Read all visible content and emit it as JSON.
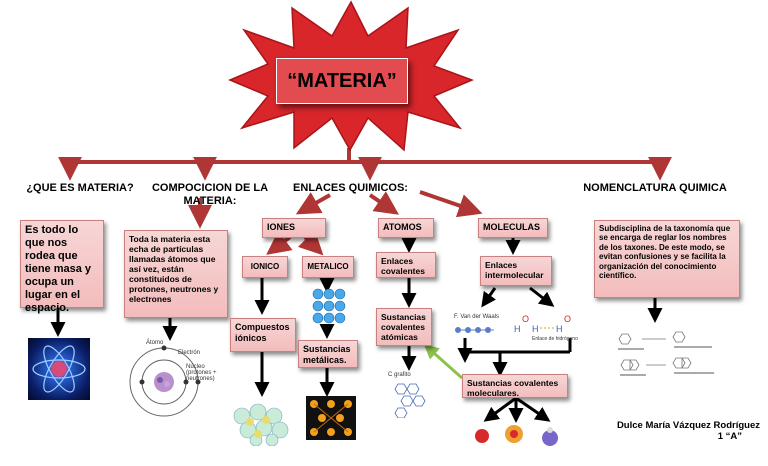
{
  "title": "“MATERIA”",
  "branches": {
    "que_es": "¿QUE ES MATERIA?",
    "composicion": "COMPOCICION DE LA MATERIA:",
    "enlaces": "ENLACES QUIMICOS:",
    "nomenclatura": "NOMENCLATURA QUIMICA"
  },
  "boxes": {
    "definicion": "Es todo lo que nos rodea que tiene masa y ocupa un lugar en el espacio.",
    "composicion": "Toda la materia esta echa de partículas llamadas átomos que así vez, están constituidos de protones, neutrones y electrones",
    "iones": "IONES",
    "atomos": "ATOMOS",
    "moleculas": "MOLECULAS",
    "ionico": "IONICO",
    "metalico": "METALICO",
    "compuestos_ionicos": "Compuestos iónicos",
    "sustancias_metalicas": "Sustancias metálicas.",
    "enlaces_covalentes": "Enlaces covalentes",
    "sustancias_cov_atomicas": "Sustancias covalentes atómicas",
    "enlaces_intermolecular": "Enlaces intermolecular",
    "sustancias_cov_moleculares": "Sustancias covalentes moleculares.",
    "nomenclatura": "Subdisciplina de la taxonomía que se encarga de reglar los nombres de los taxones. De este modo, se evitan confusiones y se facilita la organización del conocimiento científico."
  },
  "image_labels": {
    "electron": "Electrón",
    "nucleo": "Núcleo (protones + neutrones)",
    "atomo": "Átomo",
    "grafito": "C grafito",
    "van_der_waals": "F. Van der Waals",
    "hidrogeno": "Enlace de hidrógeno",
    "enlace_h": "H",
    "oxigeno": "O"
  },
  "author": {
    "name": "Dulce María Vázquez Rodríguez",
    "group": "1 “A”"
  },
  "colors": {
    "star": "#d8262b",
    "star_title_box": "#e24b4f",
    "node_fill": "#f3bcbc",
    "link_red": "#b03535",
    "link_green": "#8cc14a",
    "arrow_black": "#000000"
  }
}
